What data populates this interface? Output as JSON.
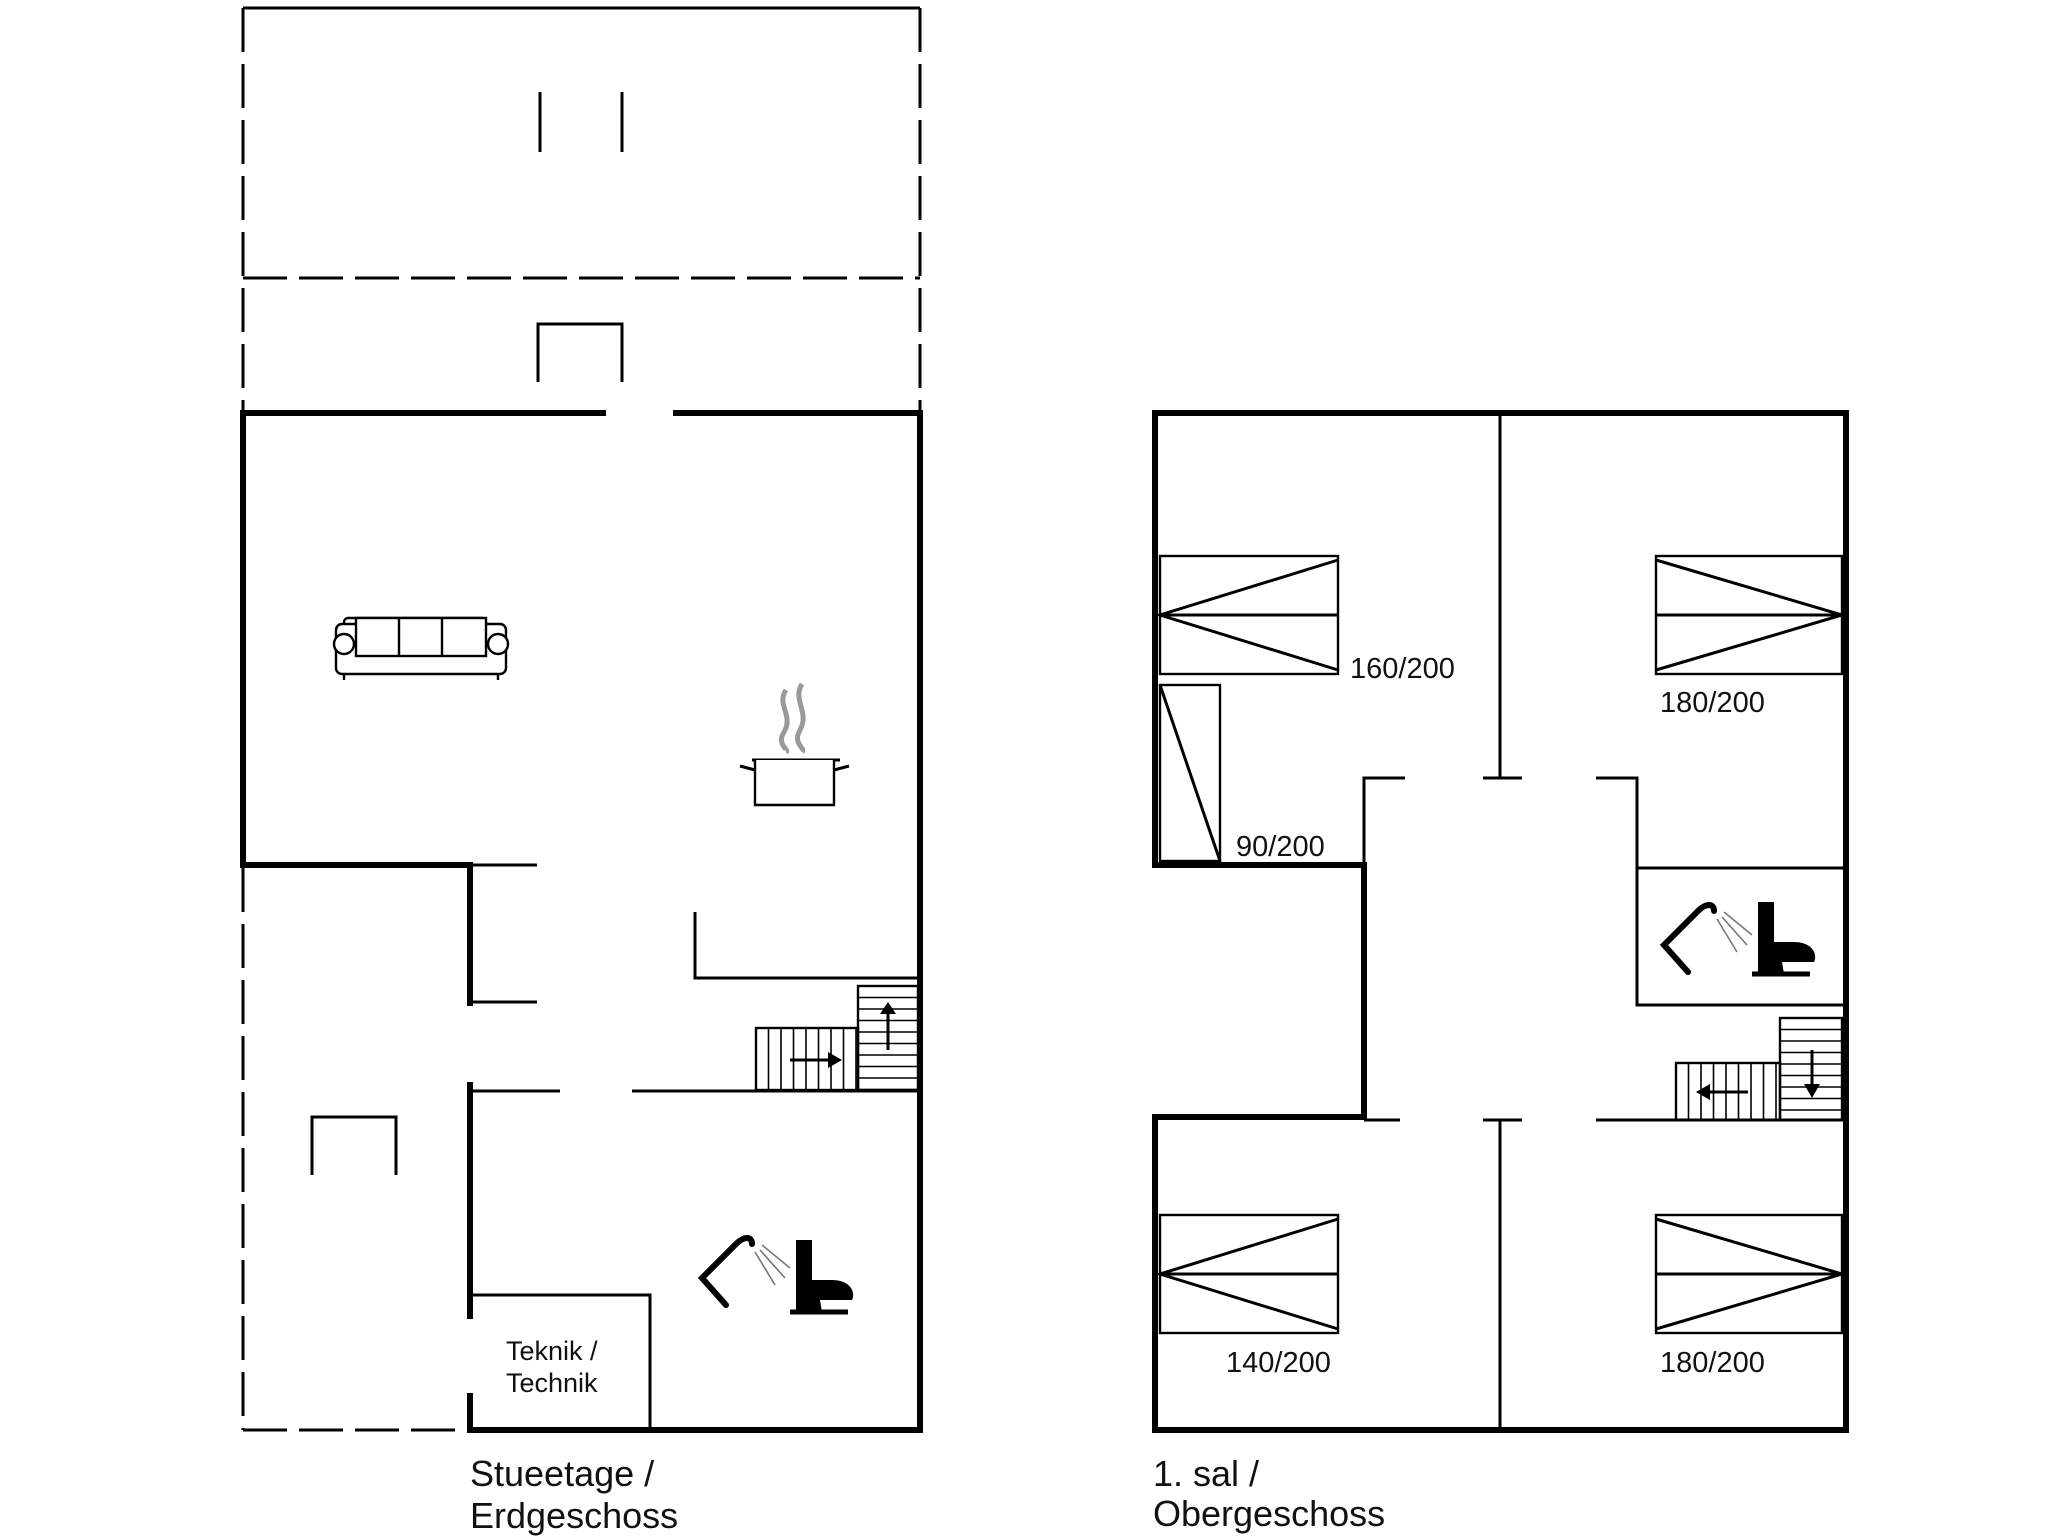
{
  "ground_floor": {
    "caption_line1": "Stueetage /",
    "caption_line2": "Erdgeschoss",
    "technik_line1": "Teknik /",
    "technik_line2": "Technik",
    "icons": [
      "sofa-icon",
      "cooking-pot-icon",
      "shower-icon",
      "toilet-icon",
      "staircase-icon"
    ]
  },
  "upper_floor": {
    "caption_line1": "1. sal /",
    "caption_line2": "Obergeschoss",
    "beds": {
      "top_left": "160/200",
      "bunk": "90/200",
      "top_right": "180/200",
      "bottom_left": "140/200",
      "bottom_right": "180/200"
    },
    "icons": [
      "bed-icon",
      "shower-icon",
      "toilet-icon",
      "staircase-icon"
    ]
  }
}
